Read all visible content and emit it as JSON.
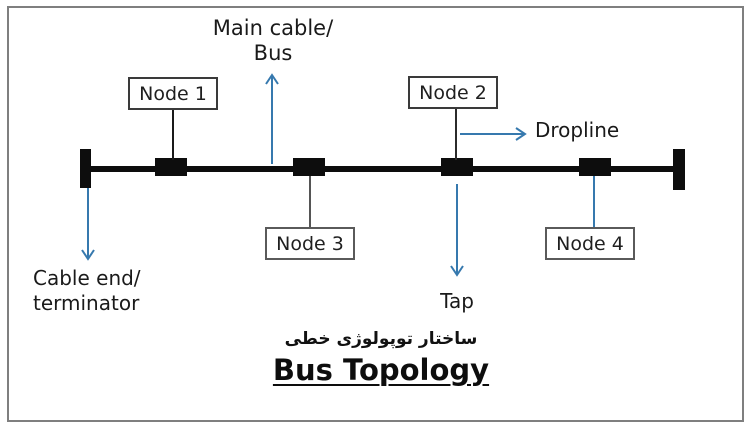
{
  "diagram": {
    "title": "Bus Topology",
    "subtitle_fa": "ساختار توپولوژی خطی",
    "colors": {
      "frame_gray": "#7f7f7f",
      "ink_black": "#0d0d0d",
      "accent_blue": "#3679ae"
    },
    "nodes": [
      {
        "label": "Node 1"
      },
      {
        "label": "Node 2"
      },
      {
        "label": "Node 3"
      },
      {
        "label": "Node 4"
      }
    ],
    "annotations": {
      "main_cable_line1": "Main cable/",
      "main_cable_line2": "Bus",
      "dropline": "Dropline",
      "tap": "Tap",
      "cable_end_line1": "Cable end/",
      "cable_end_line2": "terminator"
    }
  }
}
